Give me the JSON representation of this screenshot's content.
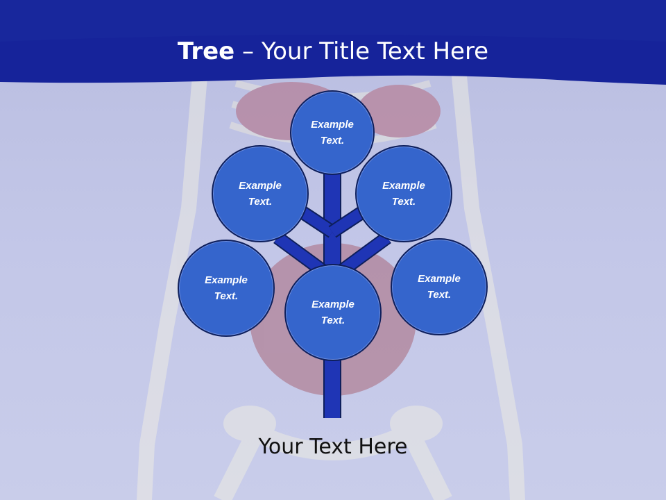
{
  "slide": {
    "title_bold": "Tree",
    "title_rest": " – Your Title Text Here",
    "caption": "Your Text Here"
  },
  "colors": {
    "header_band": "#16239a",
    "node_fill": "#3565cc",
    "node_border": "#0e1f5c",
    "trunk": "#1f35b5",
    "background": "#c3c7e8"
  },
  "tree": {
    "nodes": [
      {
        "id": "top",
        "text": "Example\nText."
      },
      {
        "id": "upper-left",
        "text": "Example\nText."
      },
      {
        "id": "upper-right",
        "text": "Example\nText."
      },
      {
        "id": "lower-left",
        "text": "Example\nText."
      },
      {
        "id": "lower-right",
        "text": "Example\nText."
      },
      {
        "id": "center",
        "text": "Example\nText."
      }
    ]
  }
}
